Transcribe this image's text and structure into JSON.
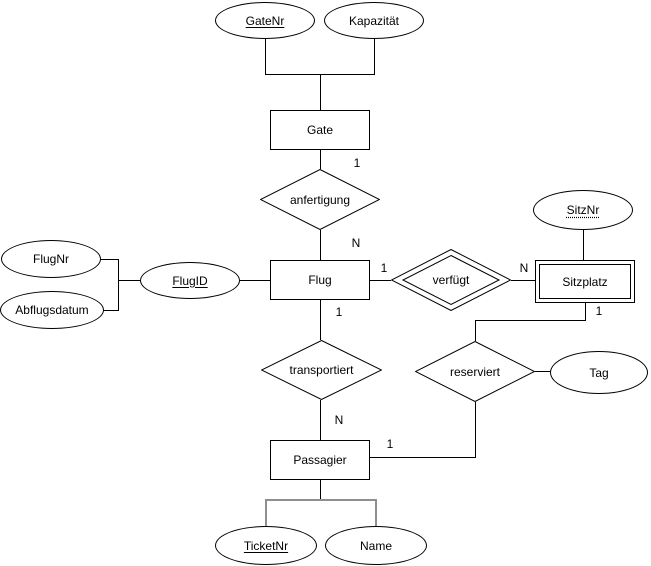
{
  "diagram": {
    "kind": "entity-relationship-diagram",
    "language": "de",
    "entities": [
      {
        "label": "Gate"
      },
      {
        "label": "Flug"
      },
      {
        "label": "Sitzplatz",
        "weak": true
      },
      {
        "label": "Passagier"
      }
    ],
    "relationships": [
      {
        "label": "anfertigung"
      },
      {
        "label": "verfügt",
        "identifying": true
      },
      {
        "label": "transportiert"
      },
      {
        "label": "reserviert"
      }
    ],
    "attributes": [
      {
        "label": "GateNr",
        "key": "primary"
      },
      {
        "label": "Kapazität"
      },
      {
        "label": "FlugNr"
      },
      {
        "label": "Abflugsdatum"
      },
      {
        "label": "FlugID",
        "key": "primary"
      },
      {
        "label": "SitzNr",
        "key": "partial"
      },
      {
        "label": "Tag"
      },
      {
        "label": "TicketNr",
        "key": "primary"
      },
      {
        "label": "Name"
      }
    ],
    "cardinalities": [
      {
        "label": "1",
        "edge": "Gate–anfertigung"
      },
      {
        "label": "N",
        "edge": "anfertigung–Flug"
      },
      {
        "label": "1",
        "edge": "Flug–verfügt"
      },
      {
        "label": "N",
        "edge": "verfügt–Sitzplatz"
      },
      {
        "label": "1",
        "edge": "Sitzplatz–reserviert"
      },
      {
        "label": "1",
        "edge": "Flug–transportiert"
      },
      {
        "label": "N",
        "edge": "transportiert–Passagier"
      },
      {
        "label": "1",
        "edge": "Passagier–reserviert"
      }
    ],
    "colors": {
      "stroke": "#000000",
      "background": "#ffffff",
      "secondary_connector": "#8f8f8f"
    }
  }
}
